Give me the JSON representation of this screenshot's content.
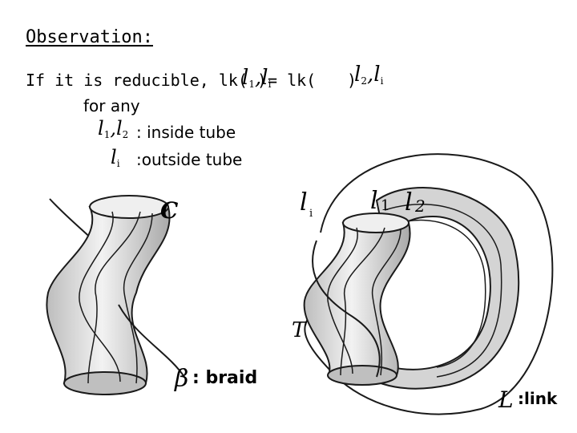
{
  "title": "Observation:",
  "statement": {
    "prefix": "If it is reducible,  lk(",
    "arg1_a": "l",
    "arg1_a_sub": "1",
    "sep1": ",",
    "arg1_b": "l",
    "arg1_b_sub": "i",
    "close1": ")",
    "equals": "= lk(",
    "arg2_a": "l",
    "arg2_a_sub": "2",
    "sep2": ",",
    "arg2_b": "l",
    "arg2_b_sub": "i",
    "close2": ")",
    "for_any": "for any"
  },
  "legend": {
    "inside_symbols": {
      "a": "l",
      "a_sub": "1",
      "sep": ",",
      "b": "l",
      "b_sub": "2"
    },
    "inside_text": ": inside tube",
    "outside_symbol": {
      "a": "l",
      "a_sub": "i"
    },
    "outside_text": ":outside tube"
  },
  "figure": {
    "label_C": "C",
    "label_T": "T",
    "label_li": {
      "a": "l",
      "sub": "i"
    },
    "label_l1": {
      "a": "l",
      "sub": "1"
    },
    "label_l2": {
      "a": "l",
      "sub": "2"
    },
    "braid_symbol": "β",
    "braid_text": ": braid",
    "link_symbol": "L",
    "link_text": ":link",
    "tube_fill": "#d9d9d9",
    "stroke_color": "#1a1a1a"
  }
}
